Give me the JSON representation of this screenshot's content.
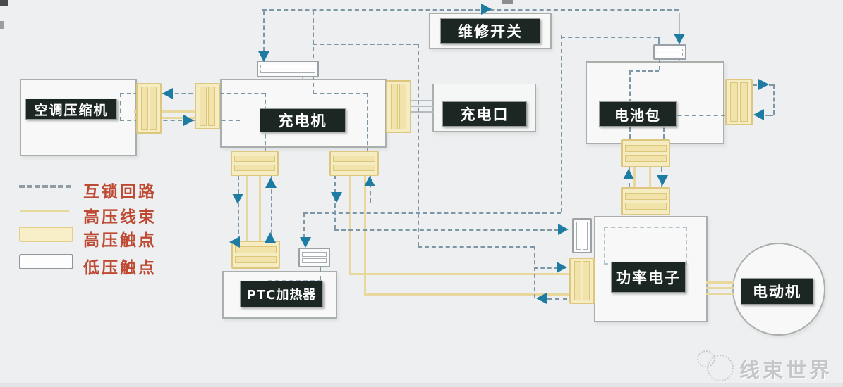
{
  "nodes": {
    "compressor": {
      "label": "空调压缩机"
    },
    "charger": {
      "label": "充电机"
    },
    "service_switch": {
      "label": "维修开关"
    },
    "charge_port": {
      "label": "充电口"
    },
    "battery": {
      "label": "电池包"
    },
    "ptc_heater": {
      "label": "PTC加热器"
    },
    "power_electronics": {
      "label": "功率电子"
    },
    "motor": {
      "label": "电动机"
    }
  },
  "legend": {
    "items": [
      {
        "label": "互锁回路",
        "swatch": "dashed-line"
      },
      {
        "label": "高压线束",
        "swatch": "solid-yellow-line"
      },
      {
        "label": "高压触点",
        "swatch": "yellow-block"
      },
      {
        "label": "低压触点",
        "swatch": "white-block"
      }
    ]
  },
  "watermark": {
    "text": "线束世界"
  },
  "colors": {
    "background": "#edeff1",
    "box_fill": "#f7f8f7",
    "box_border": "#abafac",
    "chip_bg": "#1c2723",
    "chip_text": "#ffffff",
    "interlock_dash": "#7e97a6",
    "arrow": "#1e7ca3",
    "hv_line": "#e9d89c",
    "hv_conn_fill": "#f6ecc2",
    "hv_conn_border": "#ddc67e",
    "lv_conn_fill": "#fbfbfb",
    "lv_conn_border": "#9aa1a6",
    "gray_wire": "#b4bac0",
    "legend_text": "#bf4a33",
    "watermark": "#c3c7c7"
  }
}
